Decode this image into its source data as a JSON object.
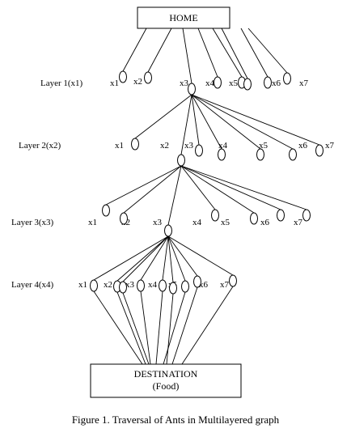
{
  "home": {
    "label": "HOME"
  },
  "destination": {
    "line1": "DESTINATION",
    "line2": "(Food)"
  },
  "caption": "Figure 1. Traversal of Ants in Multilayered graph",
  "layers": [
    {
      "label": "Layer 1(x1)",
      "nodes": [
        "x1",
        "x2",
        "x3",
        "x4",
        "x5",
        "",
        "x6",
        "x7"
      ],
      "active_node": "x3"
    },
    {
      "label": "Layer 2(x2)",
      "nodes": [
        "x1",
        "x2",
        "x3",
        "x4",
        "x5",
        "x6",
        "x7"
      ],
      "active_node": "x3"
    },
    {
      "label": "Layer 3(x3)",
      "nodes": [
        "x1",
        "x2",
        "x3",
        "x4",
        "x5",
        "x6",
        "x7"
      ],
      "active_node": "x3"
    },
    {
      "label": "Layer 4(x4)",
      "nodes": [
        "x1",
        "x2",
        "x3",
        "x4",
        "x5",
        "x6",
        "x7"
      ]
    }
  ]
}
